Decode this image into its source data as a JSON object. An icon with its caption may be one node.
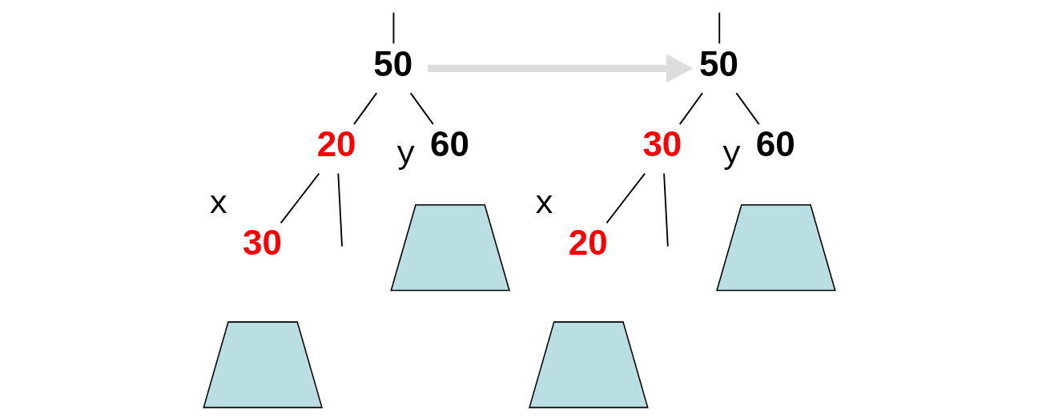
{
  "diagram": {
    "nodes": [
      {
        "text": [
          "50"
        ]
      },
      {
        "text": [
          "20"
        ]
      },
      {
        "text": [
          "60"
        ],
        "beside": [
          "y"
        ]
      },
      {
        "text": [
          "30"
        ],
        "beside": [
          "x"
        ]
      },
      {
        "text": [],
        "shape": "triangle"
      },
      {
        "text": [],
        "shape": "triangle"
      },
      {
        "text": [
          "50"
        ]
      },
      {
        "text": [
          "30"
        ]
      },
      {
        "text": [
          "60"
        ],
        "beside": [
          "y"
        ]
      },
      {
        "text": [
          "20"
        ],
        "beside": [
          "x"
        ]
      },
      {
        "text": [],
        "shape": "triangle"
      },
      {
        "text": [],
        "shape": "triangle"
      }
    ],
    "edges": [
      {
        "from": null,
        "to": 0,
        "arrow": "none"
      },
      {
        "from": 0,
        "to": 1,
        "arrow": "none"
      },
      {
        "from": 0,
        "to": 2,
        "arrow": "none"
      },
      {
        "from": 1,
        "to": null,
        "arrow": "none"
      },
      {
        "from": 1,
        "to": 3,
        "arrow": "none"
      },
      {
        "from": 0,
        "to": 6,
        "arrow": "to",
        "style": "thick",
        "color": "#dddddd"
      },
      {
        "from": null,
        "to": 6,
        "arrow": "none"
      },
      {
        "from": 6,
        "to": 7,
        "arrow": "none"
      },
      {
        "from": 6,
        "to": 8,
        "arrow": "none"
      },
      {
        "from": 7,
        "to": 9,
        "arrow": "none"
      },
      {
        "from": 7,
        "to": null,
        "arrow": "none"
      }
    ]
  }
}
